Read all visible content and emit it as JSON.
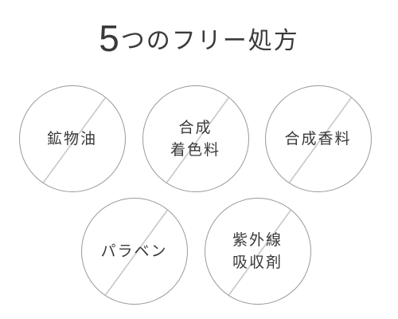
{
  "heading": {
    "number": "5",
    "text": "つのフリー処方"
  },
  "badges": [
    {
      "lines": [
        "鉱物油"
      ]
    },
    {
      "lines": [
        "合成",
        "着色料"
      ]
    },
    {
      "lines": [
        "合成香料"
      ]
    },
    {
      "lines": [
        "パラベン"
      ]
    },
    {
      "lines": [
        "紫外線",
        "吸収剤"
      ]
    }
  ],
  "colors": {
    "text": "#3a3a3a",
    "circle_border": "#9a9a9a",
    "slash": "#c8c8c8"
  }
}
